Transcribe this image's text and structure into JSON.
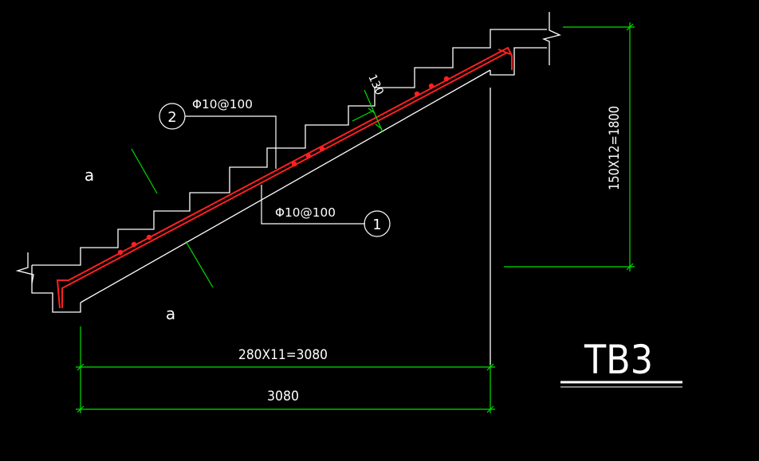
{
  "drawing": {
    "title": "TB3",
    "rebar_label_1": "Φ10@100",
    "rebar_label_2": "Φ10@100",
    "callout_1": "1",
    "callout_2": "2",
    "slab_thickness": "130",
    "section_mark_top": "a",
    "section_mark_bottom": "a",
    "dim_horizontal_steps": "280X11=3080",
    "dim_horizontal_total": "3080",
    "dim_vertical_steps": "150X12=1800"
  },
  "colors": {
    "background": "#000000",
    "outline": "#ffffff",
    "rebar": "#ff2020",
    "dimension": "#00e000",
    "text": "#ffffff"
  }
}
